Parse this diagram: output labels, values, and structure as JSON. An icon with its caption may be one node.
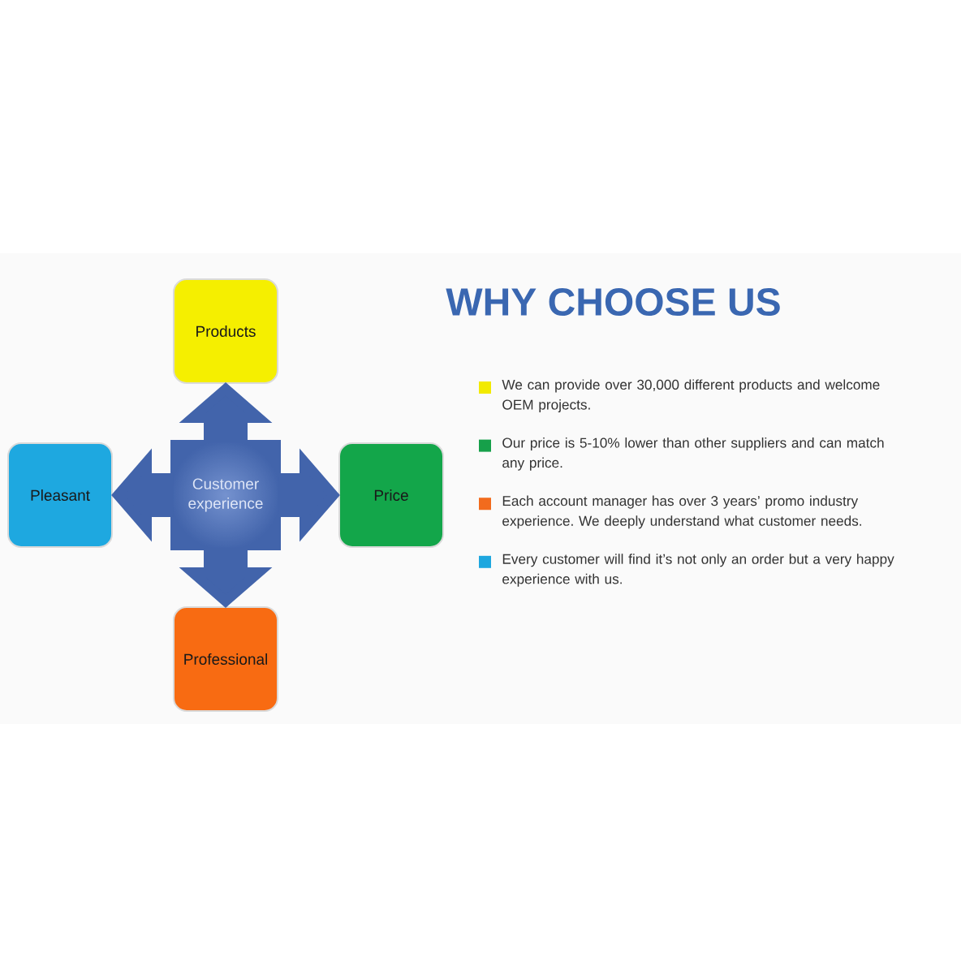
{
  "diagram": {
    "title": "WHY CHOOSE US",
    "nodes": [
      {
        "text": [
          "Products"
        ]
      },
      {
        "text": [
          "Pleasant"
        ]
      },
      {
        "text": [
          "Customer experience"
        ]
      },
      {
        "text": [
          "Price"
        ]
      },
      {
        "text": [
          "Professional"
        ]
      }
    ],
    "edges": [
      {
        "from": 2,
        "to": 0,
        "arrow": "to"
      },
      {
        "from": 2,
        "to": 1,
        "arrow": "to"
      },
      {
        "from": 2,
        "to": 3,
        "arrow": "to"
      },
      {
        "from": 2,
        "to": 4,
        "arrow": "to"
      }
    ],
    "legend": [
      {
        "text": "We can provide over 30,000 different products and welcome OEM projects.",
        "color": "#f2ea00"
      },
      {
        "text": "Our price is 5-10% lower than other suppliers and can match any price.",
        "color": "#16a04a"
      },
      {
        "text": "Each account manager has over 3 years’ promo industry experience. We deeply understand what customer needs.",
        "color": "#f26b1d"
      },
      {
        "text": "Every customer will find it’s not only an order but a very happy experience with us.",
        "color": "#1ea7df"
      }
    ]
  }
}
